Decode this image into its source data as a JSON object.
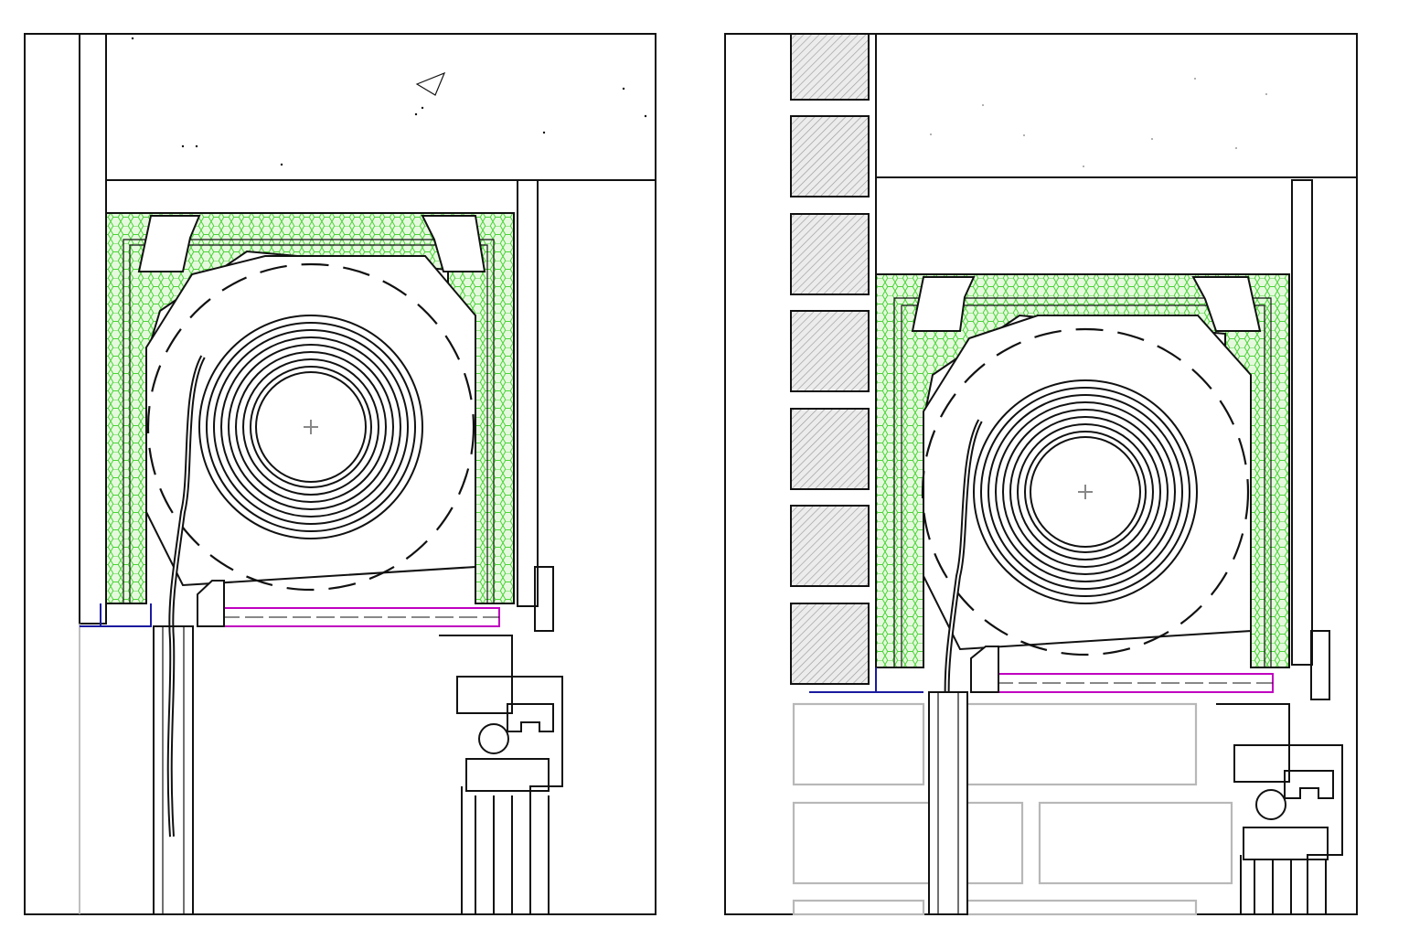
{
  "figure": {
    "type": "technical cross-section drawing",
    "panels": [
      {
        "id": "left",
        "wall": "plain",
        "insulation_pattern": "honeycomb"
      },
      {
        "id": "right",
        "wall": "masonry blocks",
        "insulation_pattern": "honeycomb"
      }
    ]
  },
  "colors": {
    "background": "#ffffff",
    "line": "#111111",
    "insulation_fill": "#e6f9df",
    "insulation_cell": "#4ad436",
    "block_hatch": "#9a9a9a",
    "masonry_outline": "#b8b8b8",
    "trim_magenta": "#c000c0",
    "trim_blue": "#1a1aa0"
  }
}
